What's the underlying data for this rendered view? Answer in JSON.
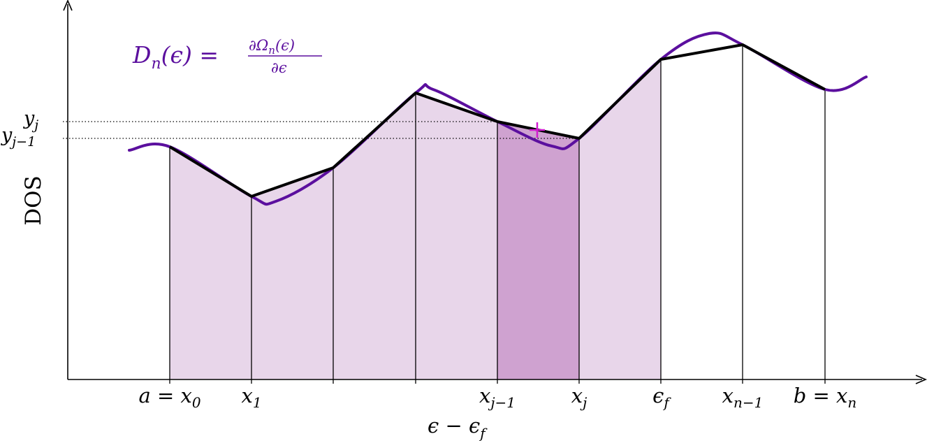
{
  "colors": {
    "curve": "#5b0f9e",
    "fill_light": "#e8d6ea",
    "fill_dark": "#cfa2d0",
    "marker": "#d21bd2",
    "polyline": "#000000",
    "axis": "#000000"
  },
  "formula": {
    "lhs": "D",
    "lhs_sub": "n",
    "lhs_arg": "(ϵ) =",
    "num": "∂Ω",
    "num_sub": "n",
    "num_arg": "(ϵ)",
    "den": "∂ϵ"
  },
  "y_axis_label": "DOS",
  "x_axis_label": {
    "main": "ϵ − ϵ",
    "sub": "f"
  },
  "y_ticks": [
    {
      "id": "yj",
      "main": "y",
      "sub": "j"
    },
    {
      "id": "yj1",
      "main": "y",
      "sub": "j−1"
    }
  ],
  "x_ticks": [
    {
      "main": "a = x",
      "sub": "0"
    },
    {
      "main": "x",
      "sub": "1"
    },
    {
      "main": "",
      "sub": ""
    },
    {
      "main": "",
      "sub": ""
    },
    {
      "main": "x",
      "sub": "j−1"
    },
    {
      "main": "x",
      "sub": "j"
    },
    {
      "main": "ϵ",
      "sub": "f"
    },
    {
      "main": "x",
      "sub": "n−1"
    },
    {
      "main": "b = x",
      "sub": "n"
    }
  ],
  "highlighted_interval": 4
}
